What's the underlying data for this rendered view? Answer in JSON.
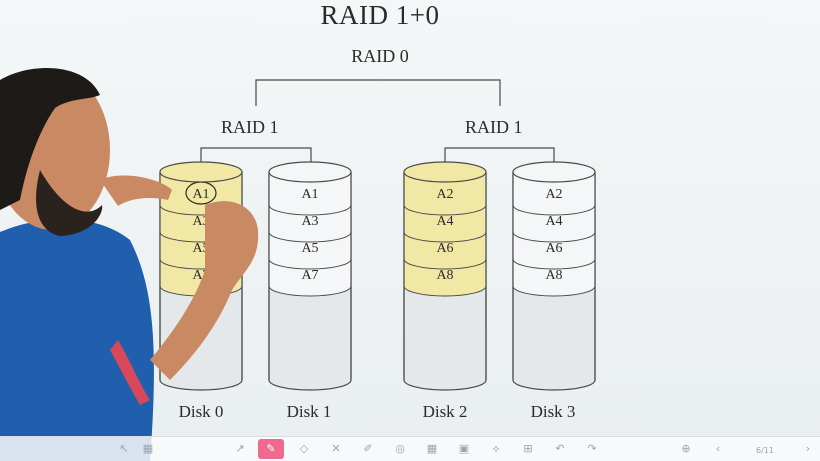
{
  "diagram": {
    "title": "RAID 1+0",
    "top_label": "RAID 0",
    "mirror_groups": [
      {
        "label": "RAID 1"
      },
      {
        "label": "RAID 1"
      }
    ],
    "disks": [
      {
        "name": "Disk 0",
        "blocks": [
          "A1",
          "A3",
          "A5",
          "A7"
        ],
        "fill": "#f2e8a6"
      },
      {
        "name": "Disk 1",
        "blocks": [
          "A1",
          "A3",
          "A5",
          "A7"
        ],
        "fill": "#f4f6f7"
      },
      {
        "name": "Disk 2",
        "blocks": [
          "A2",
          "A4",
          "A6",
          "A8"
        ],
        "fill": "#f2e8a6"
      },
      {
        "name": "Disk 3",
        "blocks": [
          "A2",
          "A4",
          "A6",
          "A8"
        ],
        "fill": "#f4f6f7"
      }
    ],
    "circled_block": "A1"
  },
  "toolbar": {
    "page": "6/11",
    "icons": [
      "cursor-icon",
      "grid-icon",
      "pointer-icon",
      "pen-icon",
      "eraser-icon",
      "clear-icon",
      "highlighter-icon",
      "shape-icon",
      "table-icon",
      "image-icon",
      "link-icon",
      "insert-icon",
      "undo-icon",
      "redo-icon",
      "add-page-icon",
      "prev-page-icon",
      "next-page-icon"
    ]
  },
  "colors": {
    "yellow_fill": "#f2e8a6",
    "disk_stroke": "#4a4a4a",
    "toolbar_active": "#f06a8f",
    "shirt": "#1f5fae",
    "skin": "#c98a63"
  }
}
